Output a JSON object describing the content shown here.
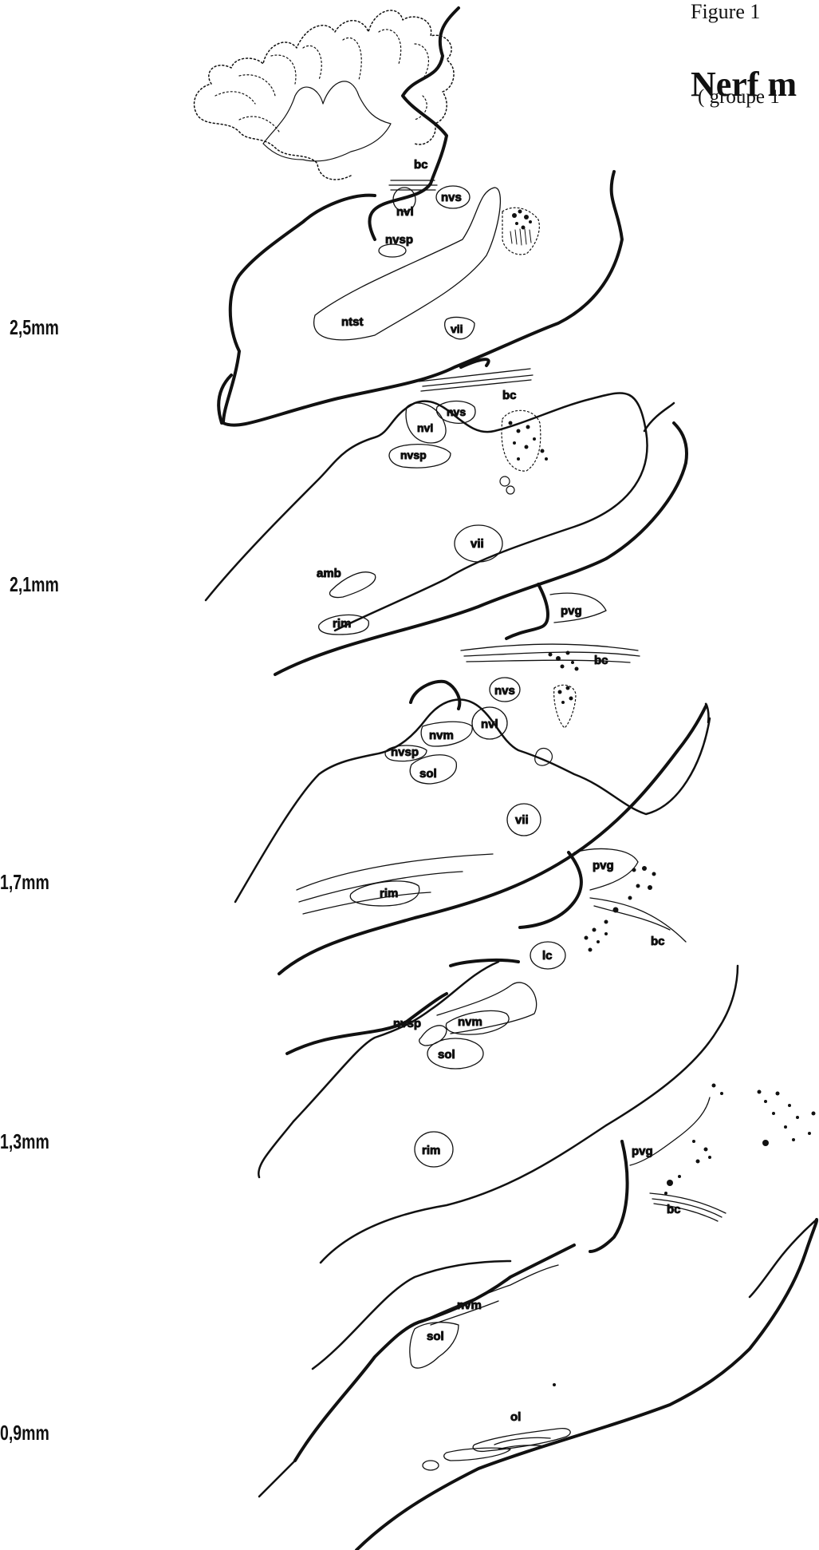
{
  "figure": {
    "label": "Figure 1",
    "title": "Nerf m",
    "subtitle": "( groupe 1"
  },
  "depths": [
    "2,5mm",
    "2,1mm",
    "1,7mm",
    "1,3mm",
    "0,9mm"
  ],
  "structures": {
    "s1": {
      "bc": "bc",
      "nvl": "nvl",
      "nvs": "nvs",
      "nvsp": "nvsp",
      "ntst": "ntst",
      "vii": "vii"
    },
    "s2": {
      "bc": "bc",
      "nvs": "nvs",
      "nvl": "nvl",
      "nvsp": "nvsp",
      "vii": "vii",
      "amb": "amb",
      "rim": "rim",
      "pvg": "pvg",
      "bc2": "bc"
    },
    "s3": {
      "nvs": "nvs",
      "nvm": "nvm",
      "nvl": "nvl",
      "nvsp": "nvsp",
      "sol": "sol",
      "vii": "vii",
      "rim": "rim",
      "pvg": "pvg",
      "lc": "lc",
      "bc": "bc"
    },
    "s4": {
      "nvsp": "nvsp",
      "nvm": "nvm",
      "sol": "sol",
      "rim": "rim",
      "pvg": "pvg",
      "bc": "bc"
    },
    "s5": {
      "nvm": "nvm",
      "sol": "sol",
      "ol": "ol"
    }
  }
}
